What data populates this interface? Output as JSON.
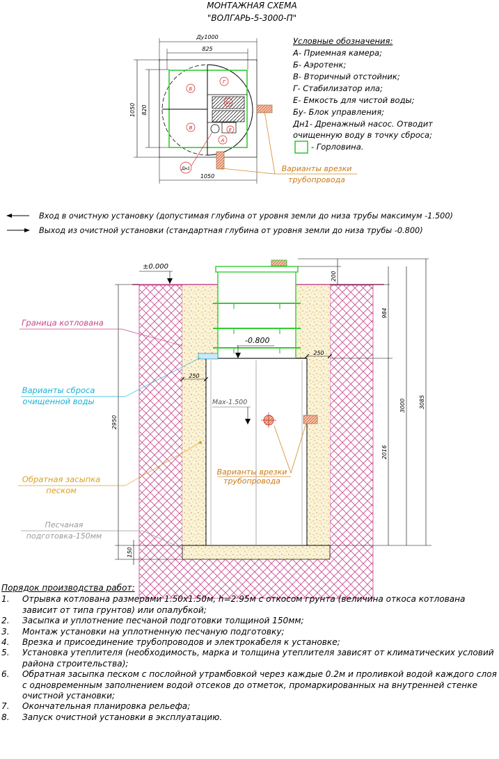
{
  "title": {
    "line1": "МОНТАЖНАЯ СХЕМА",
    "line2": "\"ВОЛГАРЬ-5-3000-П\""
  },
  "plan": {
    "dims": {
      "du": "Ду1000",
      "top_width": "825",
      "left_outer": "1050",
      "left_inner": "820",
      "bottom": "1050"
    },
    "zones": {
      "a": "А",
      "b": "Б",
      "v": "В",
      "g": "Г",
      "e": "Е",
      "bu": "Бу",
      "dn": "Дн1"
    },
    "pipe_variants": [
      "Варианты врезки",
      "трубопровода"
    ]
  },
  "legend": {
    "title": "Условные обозначения:",
    "items": [
      "А- Приемная камера;",
      "Б- Аэротенк;",
      "В- Вторичный отстойник;",
      "Г- Стабилизатор ила;",
      "Е- Емкость для чистой воды;",
      "Бу- Блок управления;",
      "Дн1- Дренажный насос. Отводит",
      "очищенную воду в точку сброса;"
    ],
    "neck": "- Горловина."
  },
  "arrows": {
    "inlet": "Вход в очистную установку (допустимая глубина от уровня земли до низа трубы максимум -1.500)",
    "outlet": "Выход из очистной установки (стандартная глубина от уровня земли до низа трубы -0.800)"
  },
  "section": {
    "ground": "±0.000",
    "level_out": "-0.800",
    "max_in": "Max-1.500",
    "dims": {
      "d200": "200",
      "d984": "984",
      "d3000": "3000",
      "d3085": "3085",
      "d2016": "2016",
      "d2950": "2950",
      "d250a": "250",
      "d250b": "250",
      "d150": "150"
    },
    "labels": {
      "pit": "Граница котлована",
      "discharge": [
        "Варианты сброса",
        "очищенной воды"
      ],
      "backfill": [
        "Обратная засыпка",
        "песком"
      ],
      "sandbed": [
        "Песчаная",
        "подготовка-150мм"
      ],
      "pipe_variants": [
        "Варианты врезки",
        "трубопровода"
      ]
    }
  },
  "procedure": {
    "title": "Порядок производства работ:",
    "steps": [
      {
        "n": "1.",
        "text": "Отрывка котлована размерами 1.50х1.50м, h=2.95м с откосом грунта (величина откоса котлована зависит от типа грунтов) или опалубкой;"
      },
      {
        "n": "2.",
        "text": "Засыпка и уплотнение песчаной подготовки толщиной 150мм;"
      },
      {
        "n": "3.",
        "text": "Монтаж установки на уплотненную песчаную подготовку;"
      },
      {
        "n": "4.",
        "text": "Врезка и присоединение трубопроводов и электрокабеля к установке;"
      },
      {
        "n": "5.",
        "text": "Установка утеплителя (необходимость, марка и толщина утеплителя зависят от климатических условий района строительства);"
      },
      {
        "n": "6.",
        "text": "Обратная засыпка песком с послойной утрамбовкой через каждые 0.2м и проливкой водой каждого слоя с одновременным заполнением водой отсеков до отметок, промаркированных на внутренней стенке очистной установки;"
      },
      {
        "n": "7.",
        "text": "Окончательная планировка рельефа;"
      },
      {
        "n": "8.",
        "text": "Запуск очистной установки в эксплуатацию."
      }
    ]
  }
}
